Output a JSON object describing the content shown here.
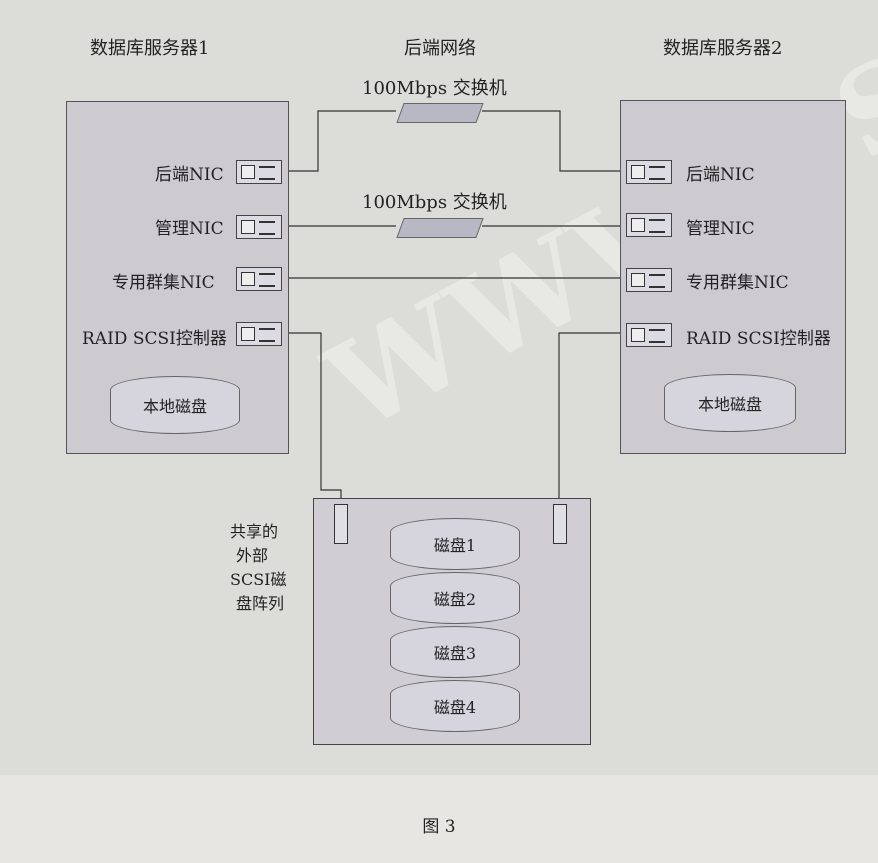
{
  "labels": {
    "db_server_1": "数据库服务器1",
    "backend_network": "后端网络",
    "db_server_2": "数据库服务器2",
    "switch_1": "100Mbps 交换机",
    "switch_2": "100Mbps 交换机"
  },
  "server1": {
    "nics": [
      "后端NIC",
      "管理NIC",
      "专用群集NIC",
      "RAID SCSI控制器"
    ],
    "local_disk": "本地磁盘"
  },
  "server2": {
    "nics": [
      "后端NIC",
      "管理NIC",
      "专用群集NIC",
      "RAID SCSI控制器"
    ],
    "local_disk": "本地磁盘"
  },
  "shared_array": {
    "label_lines": [
      "共享的",
      "外部",
      "SCSI磁",
      "盘阵列"
    ],
    "disks": [
      "磁盘1",
      "磁盘2",
      "磁盘3",
      "磁盘4"
    ]
  },
  "caption": "图 3"
}
